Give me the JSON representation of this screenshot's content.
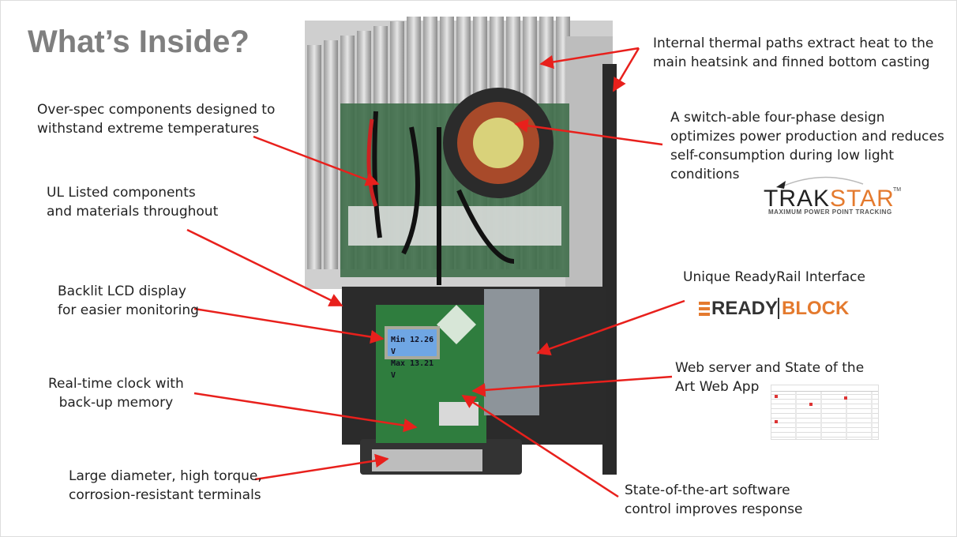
{
  "title": "What’s Inside?",
  "annotations": [
    {
      "id": "thermal",
      "text": "Internal thermal paths extract heat to the\nmain heatsink and finned bottom casting"
    },
    {
      "id": "four-phase",
      "text": "A switch-able four-phase design\noptimizes power production and reduces\nself-consumption during low light\nconditions"
    },
    {
      "id": "over-spec",
      "text": "Over-spec components designed to\nwithstand extreme temperatures"
    },
    {
      "id": "ul-listed",
      "text": "UL Listed components\nand materials throughout"
    },
    {
      "id": "lcd",
      "text": "Backlit LCD display\nfor easier monitoring"
    },
    {
      "id": "clock",
      "text": "Real-time clock with\nback-up memory"
    },
    {
      "id": "terminals",
      "text": "Large diameter, high torque,\ncorrosion-resistant terminals"
    },
    {
      "id": "software",
      "text": "State-of-the-art software\ncontrol improves response"
    },
    {
      "id": "webserver",
      "text": "Web server and State of the\nArt Web App"
    },
    {
      "id": "readyrail",
      "text": "Unique ReadyRail Interface"
    }
  ],
  "lcd_display": {
    "line1": "Min  12.26 V",
    "line2": "Max  13.21 V"
  },
  "logos": {
    "trakstar": {
      "part1": "TRAK",
      "part2": "STAR",
      "tm": "TM",
      "tagline": "MAXIMUM POWER POINT TRACKING"
    },
    "readyblock": {
      "part1": "READY",
      "part2": "BLOCK"
    }
  },
  "colors": {
    "arrow": "#e8201c",
    "title": "#7f7f7f",
    "accent": "#e47a2e"
  }
}
